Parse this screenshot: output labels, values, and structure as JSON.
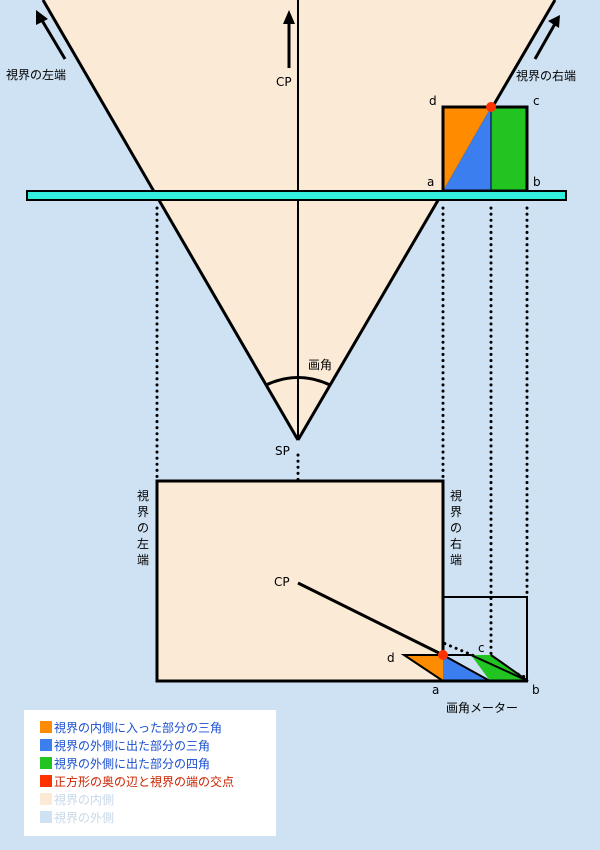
{
  "labels": {
    "cp": "CP",
    "sp": "SP",
    "angle_of_view": "画角",
    "view_left_edge": "視界の左端",
    "view_right_edge": "視界の右端",
    "corner_a": "a",
    "corner_b": "b",
    "corner_c": "c",
    "corner_d": "d",
    "meter": "画角メーター"
  },
  "legend": [
    {
      "text": "視界の内側に入った部分の三角",
      "color": "#ff8c00"
    },
    {
      "text": "視界の外側に出た部分の三角",
      "color": "#3a7ef0"
    },
    {
      "text": "視界の外側に出た部分の四角",
      "color": "#22c422"
    },
    {
      "text": "正方形の奥の辺と視界の端の交点",
      "color": "#ff3300"
    },
    {
      "text": "視界の内側",
      "color": "#fbebd6"
    },
    {
      "text": "視界の外側",
      "color": "#cfe2f3"
    }
  ],
  "colors": {
    "background": "#cfe2f3",
    "inside": "#fbebd6",
    "orange": "#ff8c00",
    "blue": "#3a7ef0",
    "green": "#22c422",
    "red": "#ff3300",
    "picture_plane": "#33eedd"
  }
}
